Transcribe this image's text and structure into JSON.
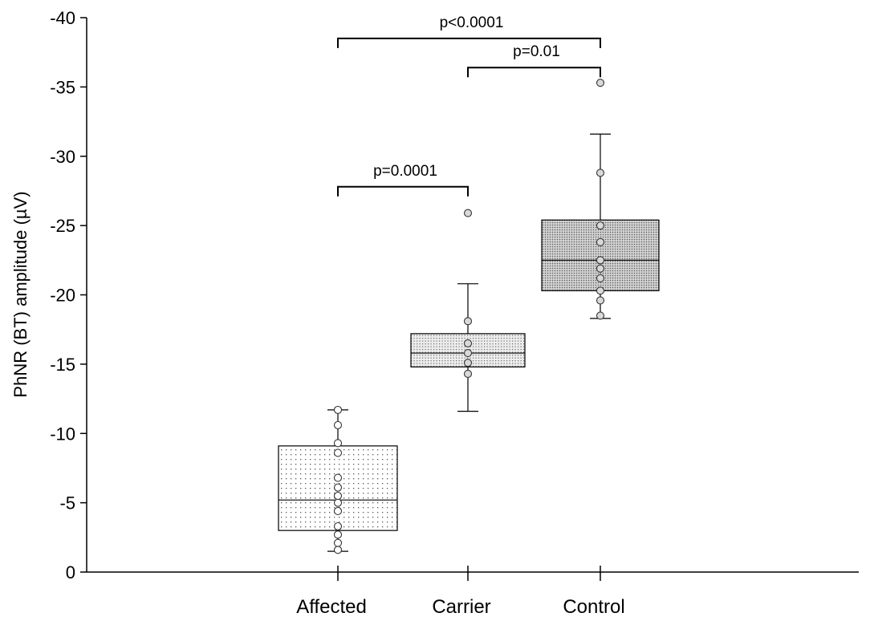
{
  "chart_data": {
    "type": "box",
    "ylabel": "PhNR (BT) amplitude (µV)",
    "y_ticks": [
      0,
      -5,
      -10,
      -15,
      -20,
      -25,
      -30,
      -35,
      -40
    ],
    "y_tick_labels": [
      "0",
      "-5",
      "-10",
      "-15",
      "-20",
      "-25",
      "-30",
      "-35",
      "-40"
    ],
    "ylim": [
      0,
      -40
    ],
    "y_inverted": true,
    "grid": false,
    "categories": [
      "Affected",
      "Carrier",
      "Control"
    ],
    "boxes": [
      {
        "name": "Affected",
        "whisker_low": -1.5,
        "q1": -3.0,
        "median": -5.2,
        "q3": -9.1,
        "whisker_high": -11.7,
        "points": [
          -1.6,
          -2.1,
          -2.7,
          -3.3,
          -4.4,
          -5.0,
          -5.5,
          -6.1,
          -6.8,
          -8.6,
          -9.3,
          -10.6,
          -11.7
        ],
        "fill_pattern": "sparse-dots"
      },
      {
        "name": "Carrier",
        "whisker_low": -11.6,
        "q1": -14.8,
        "median": -15.8,
        "q3": -17.2,
        "whisker_high": -20.8,
        "points": [
          -14.3,
          -15.1,
          -15.8,
          -16.5,
          -18.1,
          -25.9
        ],
        "fill_pattern": "dense-dots"
      },
      {
        "name": "Control",
        "whisker_low": -18.3,
        "q1": -20.3,
        "median": -22.5,
        "q3": -25.4,
        "whisker_high": -31.6,
        "points": [
          -18.5,
          -19.6,
          -20.3,
          -21.2,
          -21.9,
          -22.5,
          -23.8,
          -25.0,
          -28.8,
          -35.3
        ],
        "fill_pattern": "dense-grid"
      }
    ],
    "annotations": [
      {
        "from": "Affected",
        "to": "Carrier",
        "text": "p=0.0001",
        "y": -27.8
      },
      {
        "from": "Carrier",
        "to": "Control",
        "text": "p=0.01",
        "y": -36.4
      },
      {
        "from": "Affected",
        "to": "Control",
        "text": "p<0.0001",
        "y": -38.5
      }
    ]
  }
}
